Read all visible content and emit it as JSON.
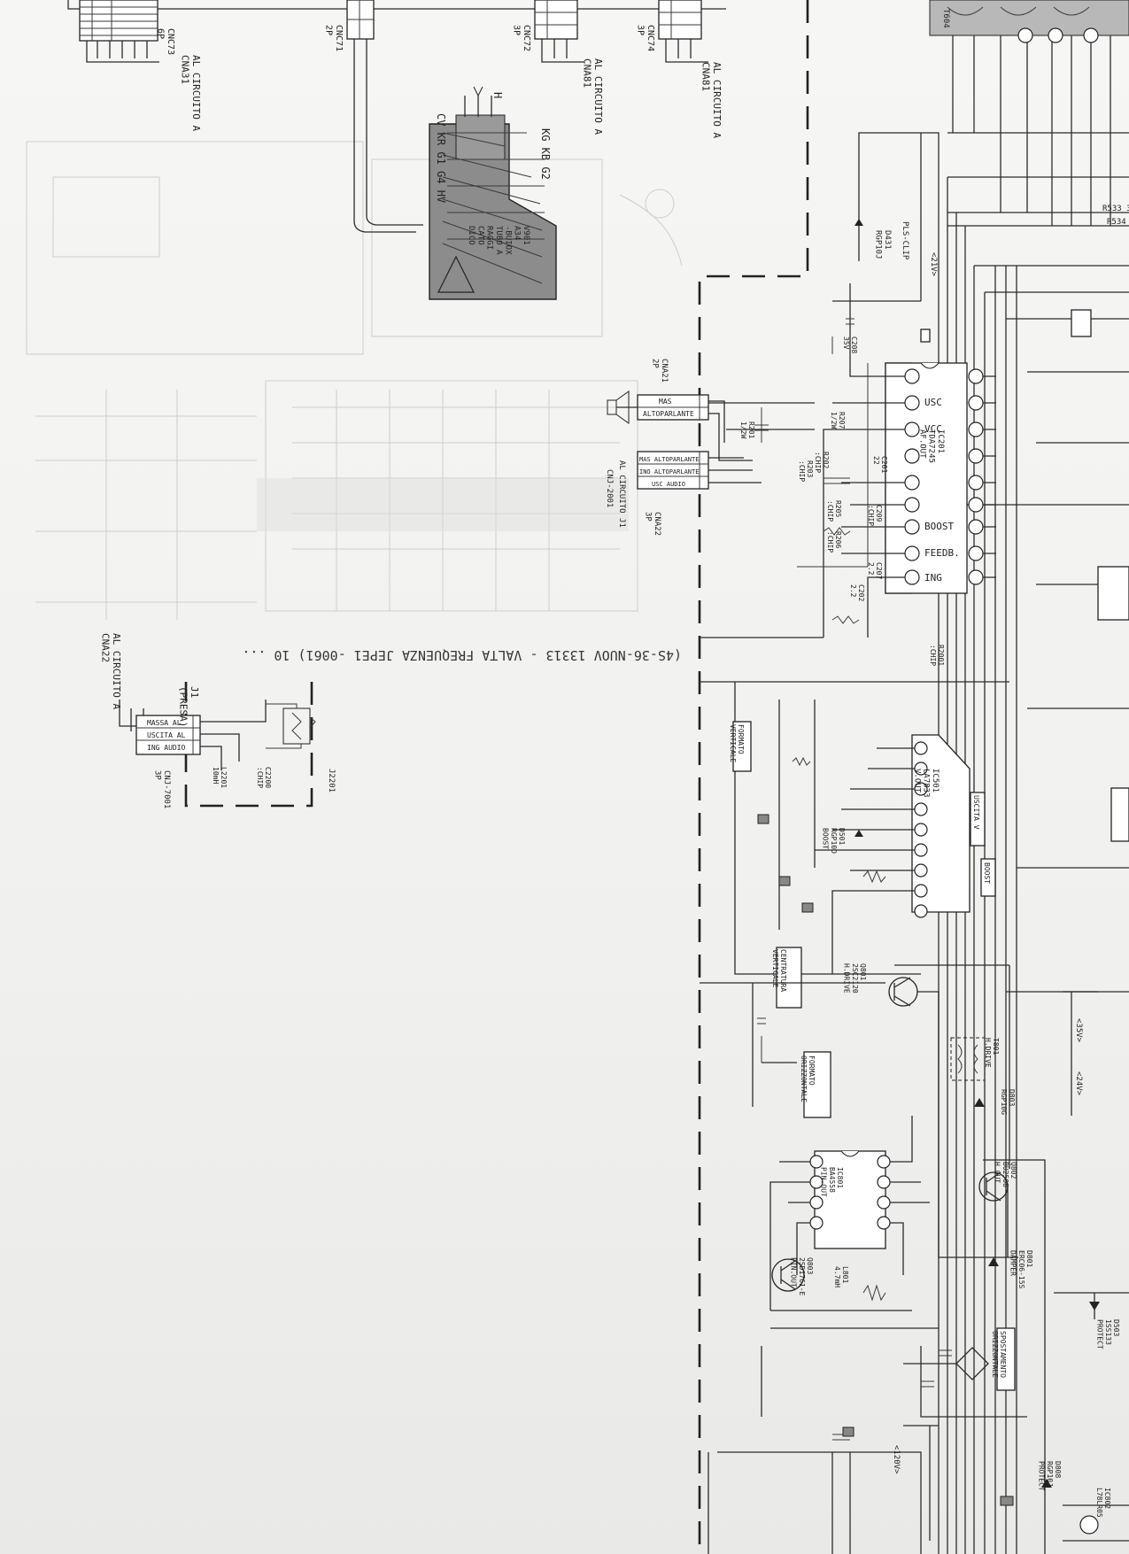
{
  "labels": {
    "al_circuito_cna31": "AL CIRCUITO A\nCNA31",
    "cnc73": "CNC73\n6P",
    "cnc71": "CNC71\n2P",
    "cnc72": "CNC72\n3P",
    "al_circuito_cna81": "AL CIRCUITO A\nCNA81",
    "cnc74": "CNC74\n3P",
    "al_circuito_cna81b": "AL CIRCUITO A\nCNA81",
    "crt_h": "H",
    "crt_left": "CV KR G1 G4 HV",
    "crt_right": "KG KB G2",
    "crt_v901": "V901\nA34\n-BUIOX\nTUBO A\nRAGGI\nCATO\nDICO",
    "d431": "D431\nRGP10J",
    "pls_clip": "PLS-CLIP",
    "v21": "<21V>",
    "cna21": "CNA21\n2P",
    "cn_mas": "MAS",
    "cn_altoparlante": "ALTOPARLANTE",
    "r201": "R201\n1/2W",
    "r207": "R207\n1/2W",
    "c201": "C201\n22",
    "c208": "C208\n35V",
    "r202": "R202\n:CHIP",
    "r203": "R203\n:CHIP",
    "r205": "R205\n:CHIP",
    "r206": "R206\n:CHIP",
    "c202": "C202\n2.2",
    "c207": "C207\n2.2",
    "c209": "C209\n:CHIP",
    "r2001": "R2001\n:CHIP",
    "ic201_title": "IC201\nTDA7245\nAF.OUT",
    "ic201_usc": "USC",
    "ic201_vcc": "VCC",
    "ic201_boost": "BOOST",
    "ic201_feedb": "FEEDB.",
    "ic201_ing": "ING",
    "j1_title": "AL CIRCUITO J1",
    "j1_cn": "CNJ-2001",
    "cna22": "CNA22\n3P",
    "j1_row1": "MAS ALTOPARLANTE",
    "j1_row2": "INO ALTOPARLANTE",
    "j1_row3": "USC AUDIO",
    "al_circuito_cna22": "AL CIRCUITO A\nCNA22",
    "jack_title": "J1\n(PRESA)",
    "jack_row1": "MASSA AL",
    "jack_row2": "USCITA AL",
    "jack_row3": "ING AUDIO",
    "l2201": "L2201\n10mH",
    "c2200": "C2200\n:CHIP",
    "j2201": "J2201",
    "cnj7001": "CNJ-7001\n3P",
    "faint_mirror": "(4S-36-NUOV 13313 - VALTA FREQUENZA JEPE1 -0061) 10 ...",
    "formato_verticale": "FORMATO\nVERTICALE",
    "ic501": "IC501\nLA7833\nV.OUT",
    "uscita_v": "USCITA V",
    "boost": "BOOST",
    "d501": "D501\nRGP10D\nBOOST",
    "centratura_verticale": "CENTRATURA\nVERTICALE",
    "q801": "Q801\n2SC2120\nH.DRIVE",
    "t801": "T801\nH.DRIVE",
    "d803": "D803\nRGP10G",
    "formato_orizzontale": "FORMATO\nORIZZONTALE",
    "ic801": "IC801\nBA4558\nPIN.OUT",
    "q802": "Q802\nBU2508\nH.OUT",
    "d801": "D801\nERC06-15S\nDAMPER",
    "q803": "Q803\n2SD1761-E\nPIN.OUT",
    "l801": "L801\n4.7mH",
    "spostamento": "SPOSTAMENTO\nORIZZONTALE",
    "d808": "D808\nRGP10J\nPROTECT",
    "v120": "<120V>",
    "v24": "<24V>",
    "v35": "<35V>",
    "ic802": "IC802\nL78LR05",
    "r533": "R533 3.",
    "r534": "R534",
    "t604": "T604",
    "d503": "D503\n1SS133\nPROTECT"
  },
  "colors": {
    "ink": "#222222",
    "paper": "#f4f4f2",
    "tube_fill": "#8c8c8c",
    "faint_print": "#c9c9c9"
  }
}
